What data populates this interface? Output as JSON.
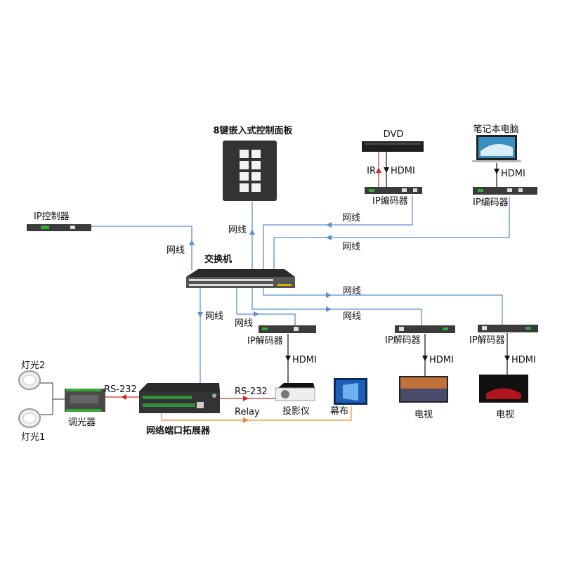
{
  "colors": {
    "network": "#5b8fd6",
    "serial": "#d42a2a",
    "relay": "#ef8a2e",
    "hdmi": "#111111",
    "device": "#2b2b2b"
  },
  "labels": {
    "panel": "8键嵌入式控制面板",
    "dvd": "DVD",
    "laptop": "笔记本电脑",
    "ir": "IR",
    "hdmi": "HDMI",
    "encoder": "IP编码器",
    "controller": "IP控制器",
    "switch": "交换机",
    "net": "网线",
    "decoder": "IP解码器",
    "projector": "投影仪",
    "screen": "幕布",
    "tv": "电视",
    "extender": "网络端口拓展器",
    "rs232": "RS-232",
    "relay": "Relay",
    "dimmer": "调光器",
    "light1": "灯光1",
    "light2": "灯光2"
  }
}
